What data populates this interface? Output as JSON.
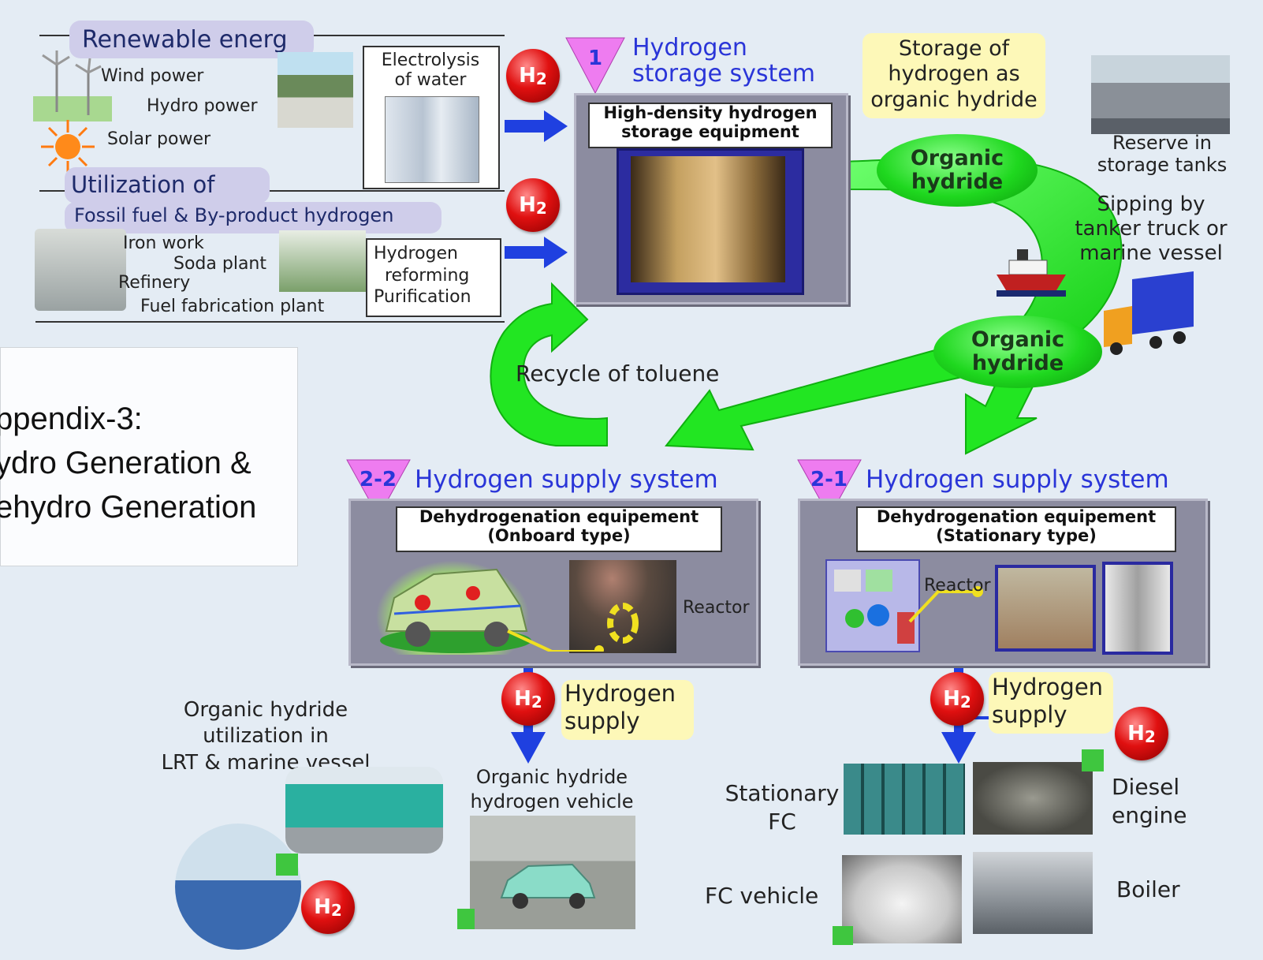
{
  "sources": {
    "renewable_title": "Renewable energ",
    "wind": "Wind power",
    "hydro": "Hydro power",
    "solar": "Solar power",
    "electrolysis": "Electrolysis\nof water",
    "utilization_title": "Utilization of",
    "fossil": "Fossil fuel & By-product hydrogen",
    "iron": "Iron work",
    "soda": "Soda plant",
    "refinery": "Refinery",
    "fuel_fab": "Fuel fabrication plant",
    "reforming": "Hydrogen\n  reforming\nPurification"
  },
  "h2_label": "H",
  "h2_sub": "2",
  "storage_system": {
    "number": "1",
    "title": "Hydrogen\nstorage system",
    "equipment": "High-density hydrogen\nstorage equipment"
  },
  "organic": {
    "callout": "Storage of\nhydrogen as\norganic hydride",
    "oval_top": "Organic\nhydride",
    "oval_mid": "Organic\nhydride",
    "reserve": "Reserve in\nstorage tanks",
    "shipping": "Sipping by\ntanker truck or\nmarine vessel",
    "recycle": "Recycle of toluene"
  },
  "appendix": {
    "line1": "ppendix-3:",
    "line2": "ydro Generation &",
    "line3": "ehydro Generation"
  },
  "supply_22": {
    "number": "2-2",
    "title": "Hydrogen supply system",
    "equipment": "Dehydrogenation equipement\n(Onboard type)",
    "reactor": "Reactor",
    "hydrogen_supply": "Hydrogen\nsupply",
    "utilization": "Organic hydride\nutilization in\nLRT & marine vessel",
    "vehicle": "Organic hydride\nhydrogen vehicle"
  },
  "supply_21": {
    "number": "2-1",
    "title": "Hydrogen supply system",
    "equipment": "Dehydrogenation equipement\n(Stationary type)",
    "reactor": "Reactor",
    "hydrogen_supply": "Hydrogen\nsupply",
    "stationary_fc": "Stationary\nFC",
    "diesel": "Diesel\nengine",
    "fc_vehicle": "FC vehicle",
    "boiler": "Boiler"
  },
  "colors": {
    "background": "#e4ecf4",
    "arrow_green": "#22e622",
    "title_blue": "#2a35d8",
    "triangle_magenta": "#ee7cf0",
    "panel_gray": "#8c8ca0",
    "callout_yellow": "#fdf8b8",
    "label_lavender": "#cfcdea",
    "h2_red": "#e01010"
  }
}
